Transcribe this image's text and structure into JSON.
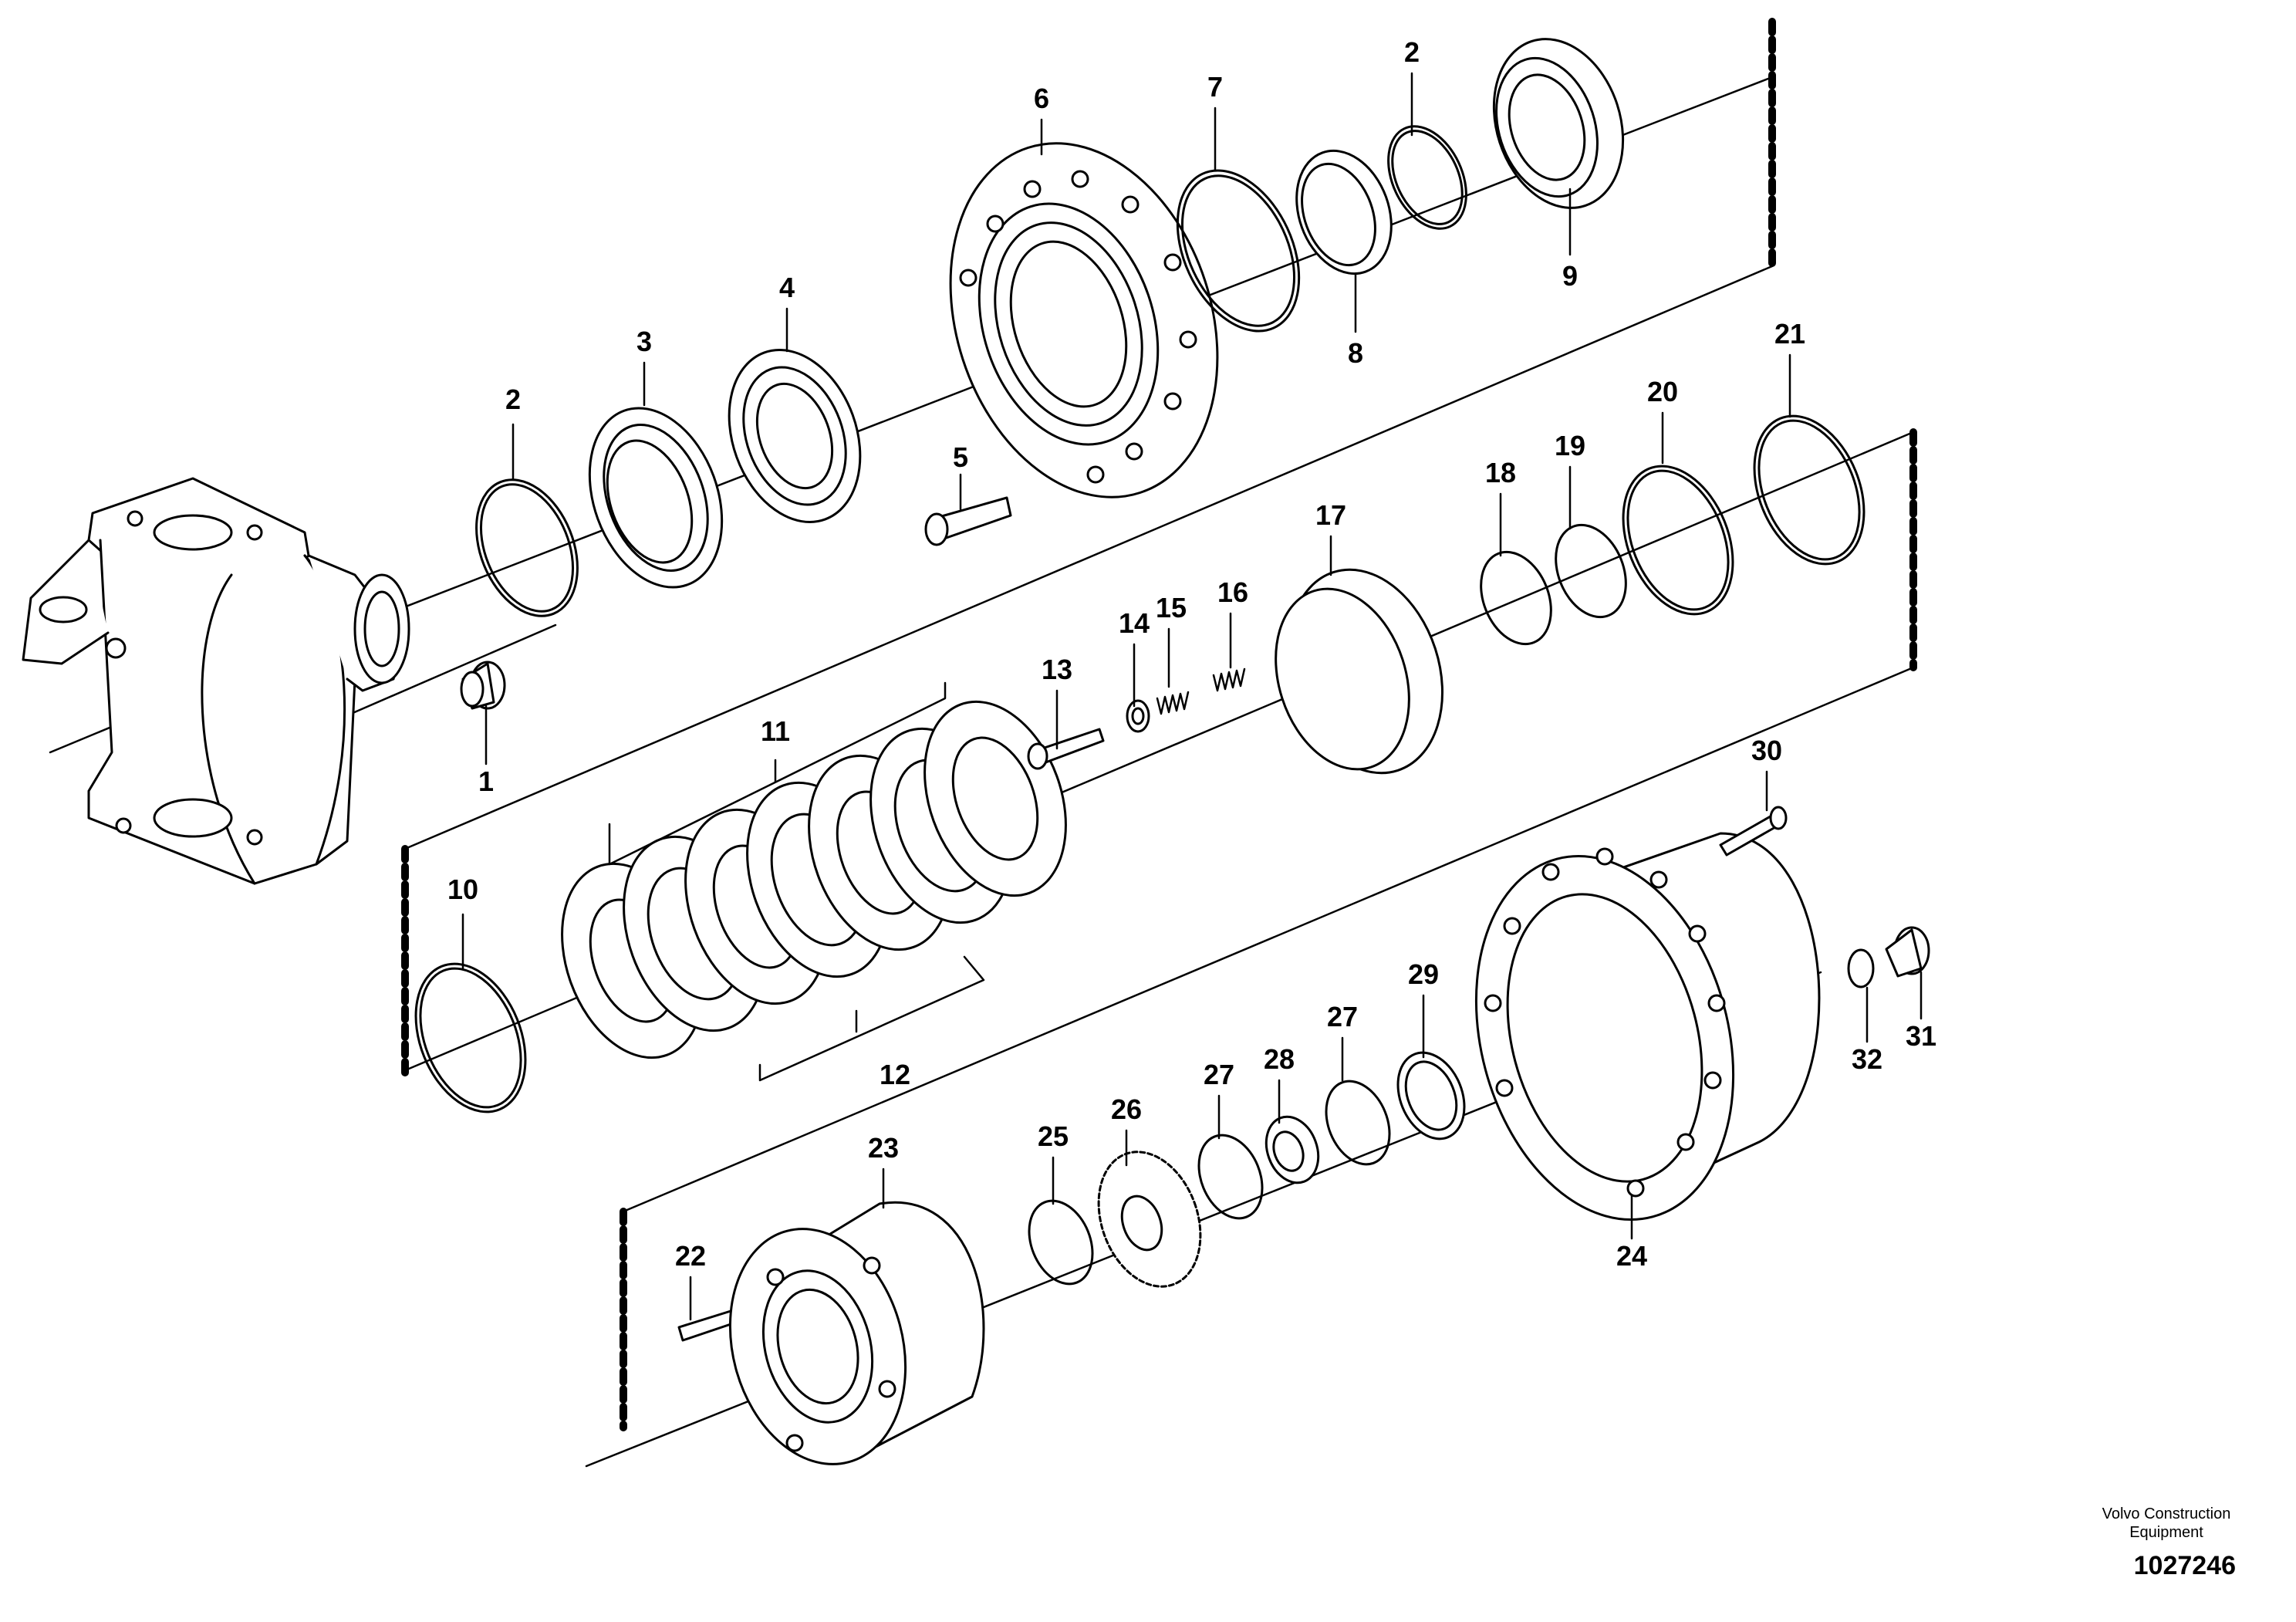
{
  "credit": {
    "line1": "Volvo Construction",
    "line2": "Equipment"
  },
  "drawing_id": "1027246",
  "callouts": [
    {
      "num": "1"
    },
    {
      "num": "2"
    },
    {
      "num": "2"
    },
    {
      "num": "3"
    },
    {
      "num": "4"
    },
    {
      "num": "5"
    },
    {
      "num": "6"
    },
    {
      "num": "7"
    },
    {
      "num": "8"
    },
    {
      "num": "9"
    },
    {
      "num": "10"
    },
    {
      "num": "11"
    },
    {
      "num": "12"
    },
    {
      "num": "13"
    },
    {
      "num": "14"
    },
    {
      "num": "15"
    },
    {
      "num": "16"
    },
    {
      "num": "17"
    },
    {
      "num": "18"
    },
    {
      "num": "19"
    },
    {
      "num": "20"
    },
    {
      "num": "21"
    },
    {
      "num": "22"
    },
    {
      "num": "23"
    },
    {
      "num": "24"
    },
    {
      "num": "25"
    },
    {
      "num": "26"
    },
    {
      "num": "27"
    },
    {
      "num": "27"
    },
    {
      "num": "28"
    },
    {
      "num": "29"
    },
    {
      "num": "30"
    },
    {
      "num": "31"
    },
    {
      "num": "32"
    }
  ]
}
